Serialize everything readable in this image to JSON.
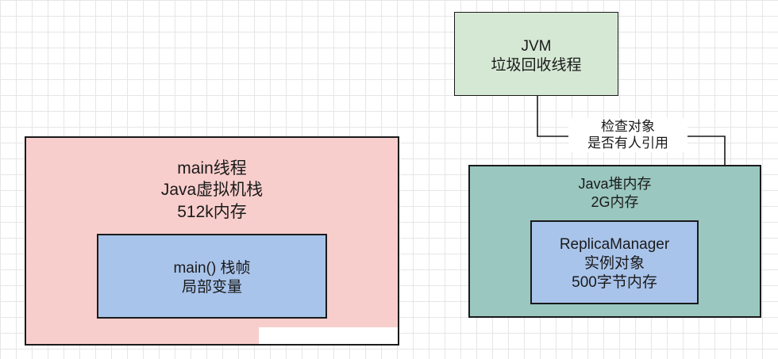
{
  "jvm_thread": {
    "lines": [
      "JVM",
      "垃圾回收线程"
    ],
    "fill": "#d5e8d4"
  },
  "main_thread": {
    "lines": [
      "main线程",
      "Java虚拟机栈",
      "512k内存"
    ],
    "fill": "#f8cecc"
  },
  "stack_frame": {
    "lines": [
      "main() 栈帧",
      "局部变量"
    ],
    "fill": "#a9c4eb"
  },
  "heap": {
    "lines": [
      "Java堆内存",
      "2G内存"
    ],
    "fill": "#9ac7bf"
  },
  "replica_object": {
    "lines": [
      "ReplicaManager",
      "实例对象",
      "500字节内存"
    ],
    "fill": "#a9c4eb"
  },
  "edge": {
    "label_lines": [
      "检查对象",
      "是否有人引用"
    ],
    "from": "jvm_thread",
    "to": "replica_object"
  }
}
